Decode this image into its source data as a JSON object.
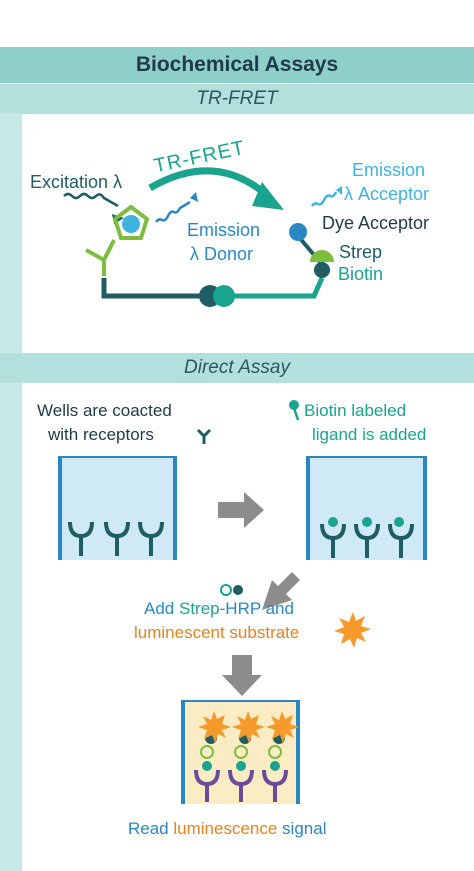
{
  "header": {
    "title": "Biochemical Assays",
    "section1": "TR-FRET",
    "section2": "Direct Assay"
  },
  "trfret": {
    "excitation": "Excitation λ",
    "arrow_label": "TR-FRET",
    "emission_donor_1": "Emission",
    "emission_donor_2": "λ Donor",
    "emission_acceptor_1": "Emission",
    "emission_acceptor_2": "λ Acceptor",
    "dye_acceptor": "Dye Acceptor",
    "strep": "Strep",
    "biotin": "Biotin"
  },
  "direct": {
    "wells_1": "Wells are coacted",
    "wells_2": "with receptors",
    "biotin_1": "Biotin labeled",
    "biotin_2": "ligand is added",
    "add_1": "Add ",
    "add_strep": "Strep",
    "add_hrp": "-HRP and",
    "lum_substrate": "luminescent substrate",
    "read_1": "Read ",
    "read_lum": "luminescence",
    "read_2": " signal"
  },
  "colors": {
    "dark_teal": "#1f5d63",
    "teal": "#1aa38f",
    "blue": "#2b87c4",
    "light_blue": "#3fb3e0",
    "green": "#7dbd3f",
    "orange": "#e5821f",
    "gray": "#8c8c8c",
    "purple": "#6a4c9c"
  }
}
